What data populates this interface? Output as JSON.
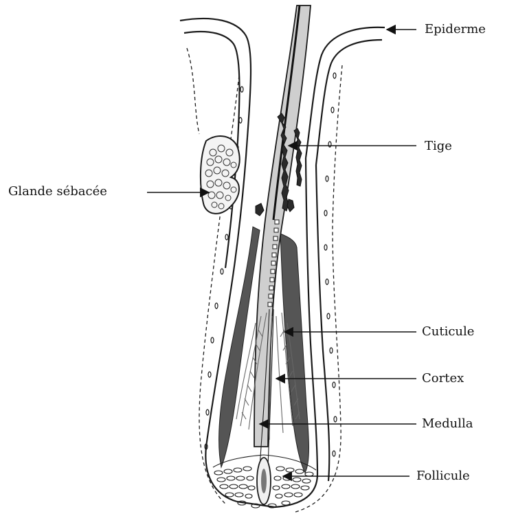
{
  "labels": {
    "epiderme": "Epiderme",
    "tige": "Tige",
    "glande": "Glande sébacée",
    "cuticule": "Cuticule",
    "cortex": "Cortex",
    "medulla": "Medulla",
    "follicule": "Follicule"
  },
  "colors": {
    "ink": "#1a1a1a",
    "shaft": "#cfcfcf",
    "root_sheath": "#555555",
    "cuticle_scales": "#9a9a9a"
  }
}
